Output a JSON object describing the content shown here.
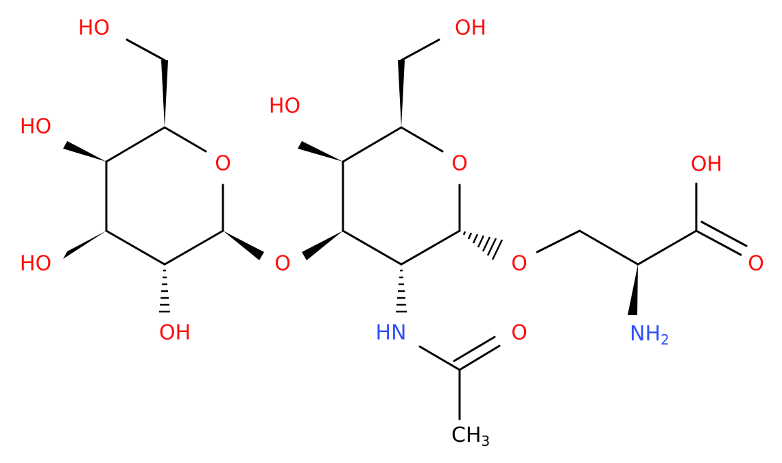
{
  "colors": {
    "bond": "#000000",
    "oxygen": "#ff0d0d",
    "nitrogen": "#3050f8",
    "carbon": "#000000"
  },
  "labels": {
    "oh_left_ch2": "HO",
    "oh_left_c4": "HO",
    "oh_left_c3": "HO",
    "oh_left_c2": "OH",
    "o_ring_left": "O",
    "o_glyco": "O",
    "oh_mid_ch2": "OH",
    "oh_mid_c4": "HO",
    "o_ring_mid": "O",
    "o_serine": "O",
    "nh": "HN",
    "o_carbonyl_acetyl": "O",
    "ch3_main": "CH",
    "ch3_sub": "3",
    "oh_acid": "OH",
    "o_acid": "O",
    "nh2_main": "NH",
    "nh2_sub": "2"
  }
}
